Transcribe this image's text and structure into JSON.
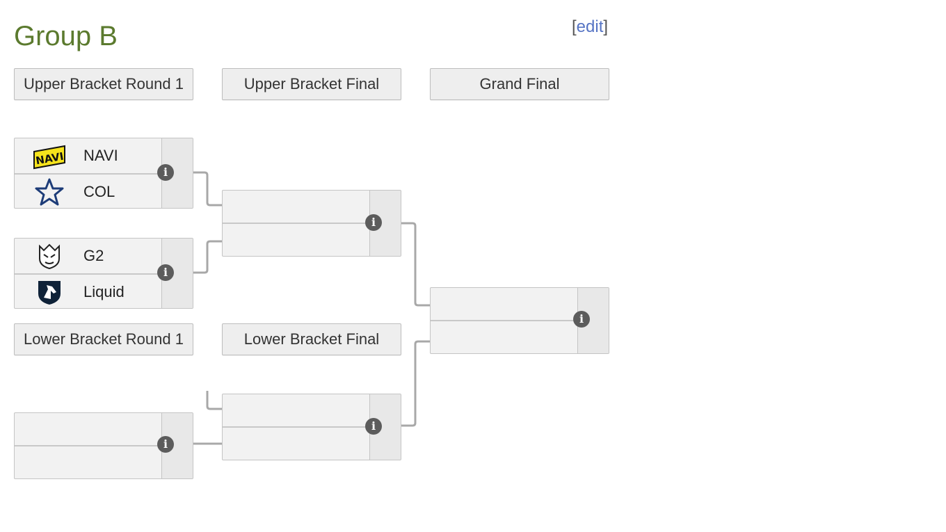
{
  "group": {
    "title": "Group B"
  },
  "edit": {
    "open": "[",
    "label": "edit",
    "close": "]"
  },
  "rounds": {
    "upper_round_1": "Upper Bracket Round 1",
    "upper_final": "Upper Bracket Final",
    "grand_final": "Grand Final",
    "lower_round_1": "Lower Bracket Round 1",
    "lower_final": "Lower Bracket Final"
  },
  "matches": {
    "ub_r1_m1": {
      "team1": {
        "name": "NAVI",
        "logo": "navi-logo-icon"
      },
      "team2": {
        "name": "COL",
        "logo": "col-star-icon"
      }
    },
    "ub_r1_m2": {
      "team1": {
        "name": "G2",
        "logo": "g2-logo-icon"
      },
      "team2": {
        "name": "Liquid",
        "logo": "liquid-horse-icon"
      }
    },
    "ub_final": {
      "team1": {
        "name": ""
      },
      "team2": {
        "name": ""
      }
    },
    "lb_r1": {
      "team1": {
        "name": ""
      },
      "team2": {
        "name": ""
      }
    },
    "lb_final": {
      "team1": {
        "name": ""
      },
      "team2": {
        "name": ""
      }
    },
    "grand_final": {
      "team1": {
        "name": ""
      },
      "team2": {
        "name": ""
      }
    }
  },
  "icons": {
    "info": "i"
  },
  "colors": {
    "title": "#5b7a2e",
    "link": "#5674c4",
    "connector": "#a8a8a8",
    "navi_yellow": "#f5e31c",
    "col_blue": "#1d3c78",
    "liquid_navy": "#0f2238"
  }
}
